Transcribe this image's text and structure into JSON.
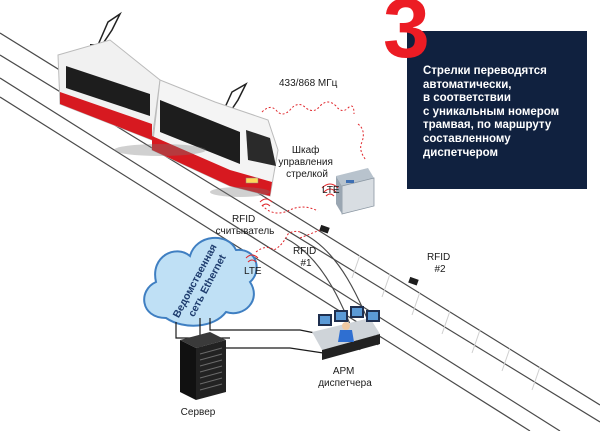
{
  "step_number": "3",
  "info_text_lines": [
    "Стрелки переводятся",
    "автоматически,",
    "в соответствии",
    "с уникальным номером",
    "трамвая, по маршруту",
    "составленному",
    "диспетчером"
  ],
  "labels": {
    "radio_freq": "433/868 МГц",
    "cabinet": [
      "Шкаф",
      "управления",
      "стрелкой"
    ],
    "lte_cabinet": "LTE",
    "rfid_reader": [
      "RFID",
      "считыватель"
    ],
    "rfid_1": [
      "RFID",
      "#1"
    ],
    "rfid_2": [
      "RFID",
      "#2"
    ],
    "lte_cloud": "LTE",
    "cloud": [
      "Ведомственная",
      "сеть Ethernet"
    ],
    "dispatcher": [
      "АРМ",
      "диспетчера"
    ],
    "server": "Сервер"
  },
  "colors": {
    "panel_bg": "#10213f",
    "accent_red": "#ec1c24",
    "tram_red": "#d71920",
    "cloud_fill": "#bfe0f5",
    "signal_wave": "#e0262b"
  }
}
